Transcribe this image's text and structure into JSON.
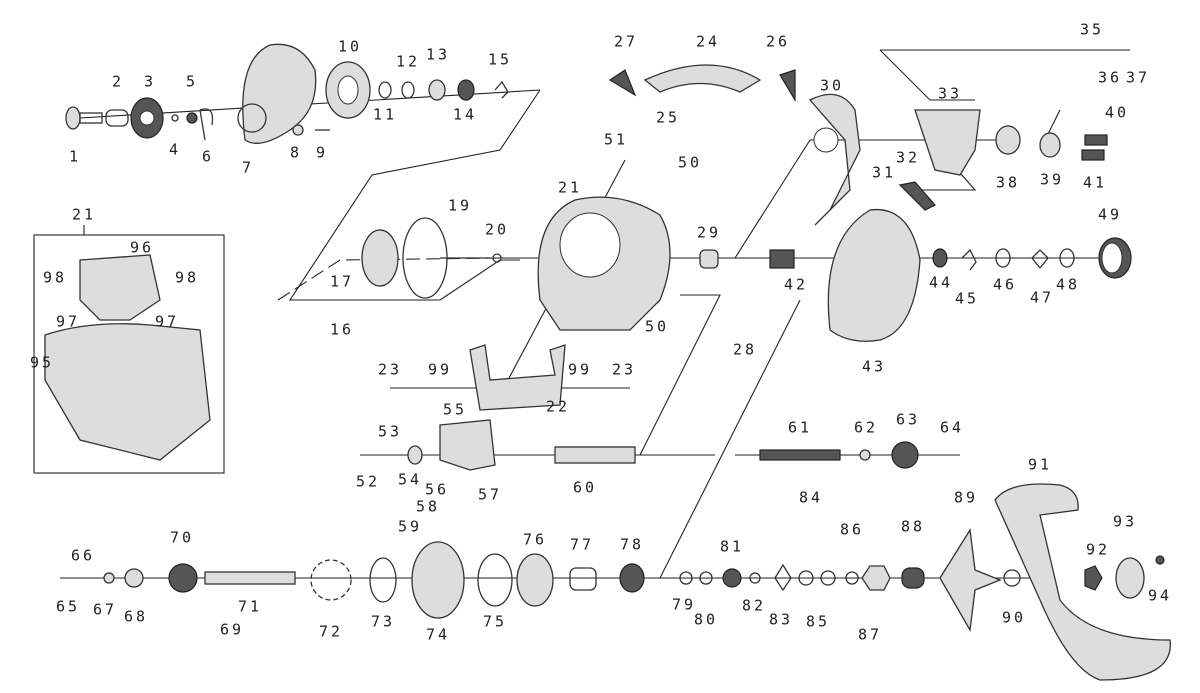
{
  "diagram": {
    "type": "exploded-parts-diagram",
    "part_labels": [
      "1",
      "2",
      "3",
      "4",
      "5",
      "6",
      "7",
      "8",
      "9",
      "10",
      "11",
      "12",
      "13",
      "14",
      "15",
      "16",
      "17",
      "19",
      "20",
      "21",
      "21",
      "22",
      "23",
      "23",
      "24",
      "25",
      "26",
      "27",
      "28",
      "29",
      "30",
      "31",
      "32",
      "33",
      "35",
      "36",
      "37",
      "38",
      "39",
      "40",
      "41",
      "42",
      "43",
      "44",
      "45",
      "46",
      "47",
      "48",
      "49",
      "50",
      "50",
      "51",
      "52",
      "53",
      "54",
      "55",
      "56",
      "57",
      "58",
      "59",
      "60",
      "61",
      "62",
      "63",
      "64",
      "65",
      "66",
      "67",
      "68",
      "69",
      "70",
      "71",
      "72",
      "73",
      "74",
      "75",
      "76",
      "77",
      "78",
      "79",
      "80",
      "81",
      "82",
      "83",
      "84",
      "85",
      "86",
      "87",
      "88",
      "89",
      "90",
      "91",
      "92",
      "93",
      "94",
      "95",
      "96",
      "97",
      "97",
      "98",
      "98",
      "99",
      "99"
    ]
  }
}
